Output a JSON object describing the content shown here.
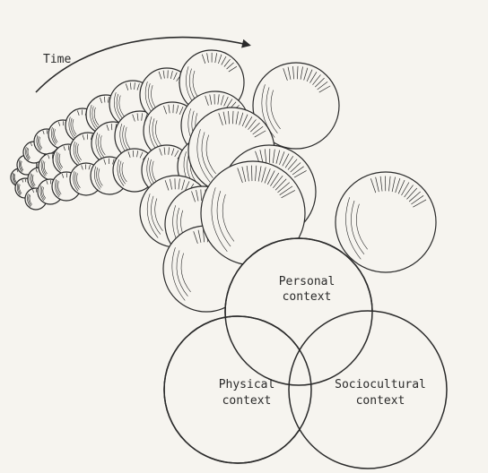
{
  "time_label": "Time",
  "venn": {
    "personal": {
      "line1": "Personal",
      "line2": "context"
    },
    "physical": {
      "line1": "Physical",
      "line2": "context"
    },
    "sociocultural": {
      "line1": "Sociocultural",
      "line2": "context"
    }
  },
  "colors": {
    "paper": "#f6f4ef",
    "ink": "#2a2a2a"
  }
}
